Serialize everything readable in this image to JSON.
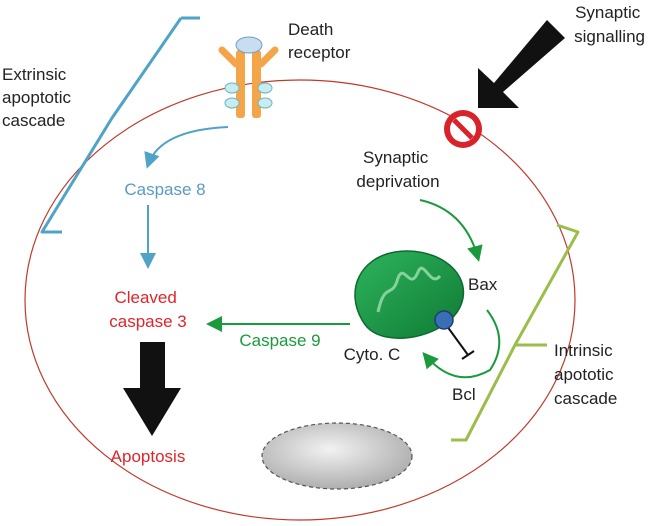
{
  "colors": {
    "extrinsic": "#4fa3c7",
    "caspase8": "#5a9bc4",
    "cleaved": "#e0242b",
    "intrinsic": "#1a9a3c",
    "bracket_intrinsic": "#9bbd4a",
    "cell_membrane": "#c0392b",
    "text": "#222222",
    "arrow": "#111111",
    "prohibit": "#d9232a",
    "receptor": "#f4a54a"
  },
  "labels": {
    "death_receptor": [
      "Death",
      "receptor"
    ],
    "extrinsic_cascade": [
      "Extrinsic",
      "apoptotic",
      "cascade"
    ],
    "synaptic_signalling": [
      "Synaptic",
      "signalling"
    ],
    "synaptic_deprivation": [
      "Synaptic",
      "deprivation"
    ],
    "caspase8": "Caspase 8",
    "cleaved_caspase3": [
      "Cleaved",
      "caspase 3"
    ],
    "caspase9": "Caspase 9",
    "cyto_c": "Cyto. C",
    "bax": "Bax",
    "bcl": "Bcl",
    "intrinsic_cascade": [
      "Intrinsic",
      "apototic",
      "cascade"
    ],
    "apoptosis": "Apoptosis"
  },
  "icons": {
    "receptor": "death-receptor-icon",
    "prohibit": "prohibit-icon",
    "mitochondrion": "mitochondrion-icon",
    "nucleus": "nucleus-icon"
  }
}
